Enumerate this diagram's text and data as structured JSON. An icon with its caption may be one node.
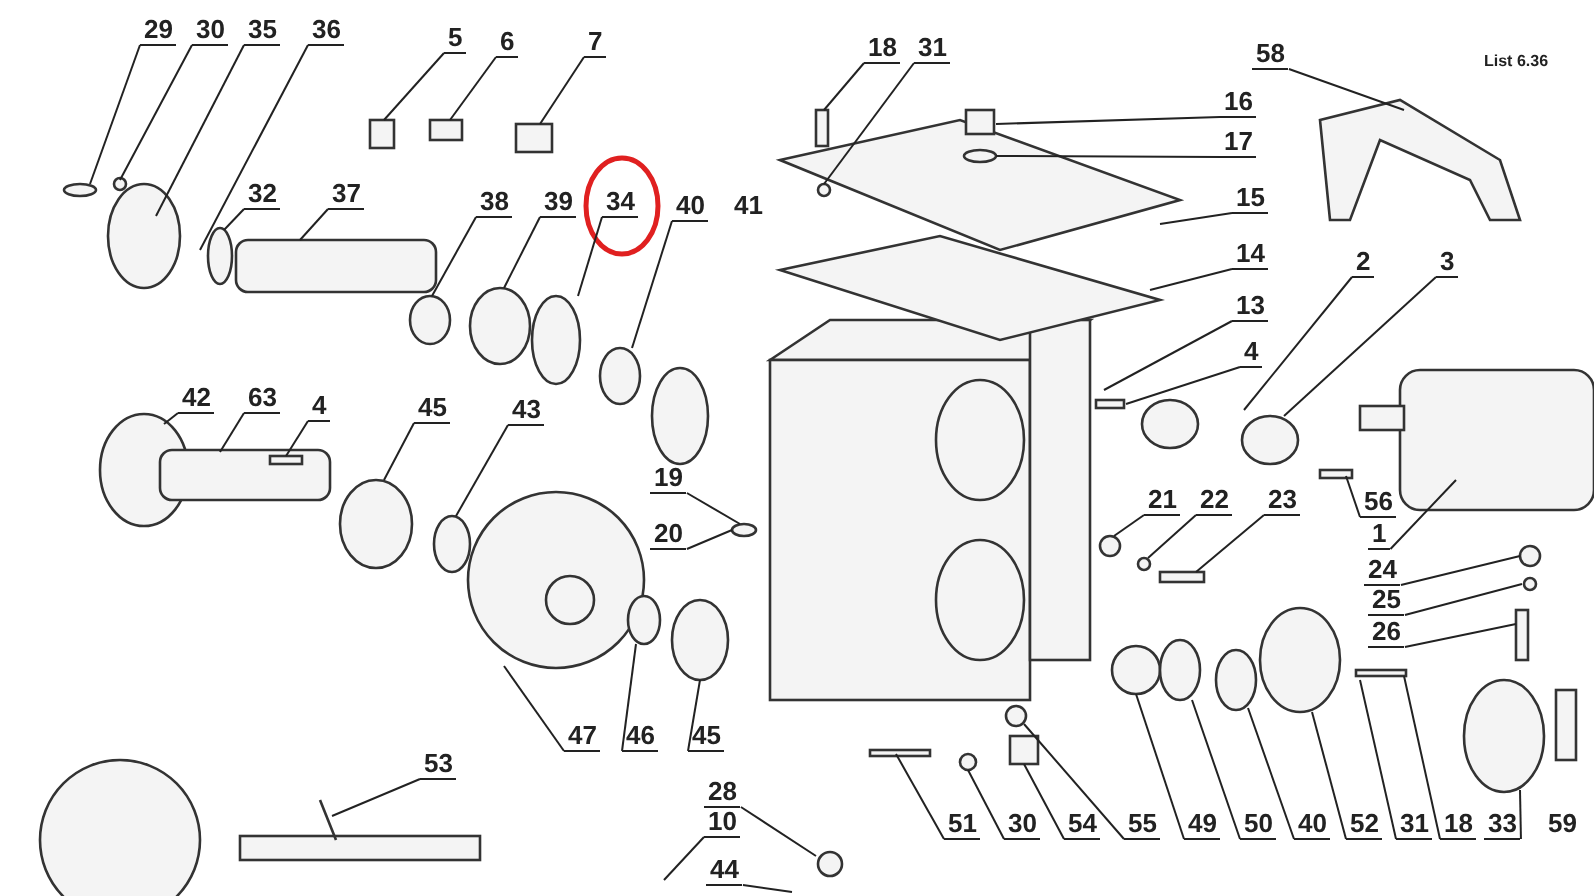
{
  "diagram": {
    "nodes": [
      {
        "text": [
          "29"
        ]
      },
      {
        "text": [
          "30"
        ]
      },
      {
        "text": [
          "35"
        ]
      },
      {
        "text": [
          "36"
        ]
      },
      {
        "text": [
          "5"
        ]
      },
      {
        "text": [
          "6"
        ]
      },
      {
        "text": [
          "7"
        ]
      },
      {
        "text": [
          "18"
        ]
      },
      {
        "text": [
          "31"
        ]
      },
      {
        "text": [
          "58"
        ]
      },
      {
        "text": [
          "16"
        ]
      },
      {
        "text": [
          "17"
        ]
      },
      {
        "text": [
          "32"
        ]
      },
      {
        "text": [
          "37"
        ]
      },
      {
        "text": [
          "38"
        ]
      },
      {
        "text": [
          "39"
        ]
      },
      {
        "text": [
          "34"
        ]
      },
      {
        "text": [
          "40"
        ]
      },
      {
        "text": [
          "15"
        ]
      },
      {
        "text": [
          "14"
        ]
      },
      {
        "text": [
          "2"
        ]
      },
      {
        "text": [
          "3"
        ]
      },
      {
        "text": [
          "13"
        ]
      },
      {
        "text": [
          "4"
        ]
      },
      {
        "text": [
          "42"
        ]
      },
      {
        "text": [
          "63"
        ]
      },
      {
        "text": [
          "4"
        ]
      },
      {
        "text": [
          "45"
        ]
      },
      {
        "text": [
          "43"
        ]
      },
      {
        "text": [
          "19"
        ]
      },
      {
        "text": [
          "21"
        ]
      },
      {
        "text": [
          "22"
        ]
      },
      {
        "text": [
          "23"
        ]
      },
      {
        "text": [
          "56"
        ]
      },
      {
        "text": [
          "20"
        ]
      },
      {
        "text": [
          "1"
        ]
      },
      {
        "text": [
          "24"
        ]
      },
      {
        "text": [
          "25"
        ]
      },
      {
        "text": [
          "26"
        ]
      },
      {
        "text": [
          "47"
        ]
      },
      {
        "text": [
          "46"
        ]
      },
      {
        "text": [
          "45"
        ]
      },
      {
        "text": [
          "53"
        ]
      },
      {
        "text": [
          "28"
        ]
      },
      {
        "text": [
          "10"
        ]
      },
      {
        "text": [
          "44"
        ]
      },
      {
        "text": [
          "51"
        ]
      },
      {
        "text": [
          "30"
        ]
      },
      {
        "text": [
          "54"
        ]
      },
      {
        "text": [
          "55"
        ]
      },
      {
        "text": [
          "49"
        ]
      },
      {
        "text": [
          "50"
        ]
      },
      {
        "text": [
          "40"
        ]
      },
      {
        "text": [
          "52"
        ]
      },
      {
        "text": [
          "31"
        ]
      },
      {
        "text": [
          "18"
        ]
      },
      {
        "text": [
          "33"
        ]
      }
    ],
    "edges": [
      {
        "from": 0,
        "to": null,
        "arrow": "none"
      },
      {
        "from": 1,
        "to": null,
        "arrow": "none"
      },
      {
        "from": 2,
        "to": null,
        "arrow": "none"
      },
      {
        "from": 3,
        "to": null,
        "arrow": "none"
      },
      {
        "from": 4,
        "to": null,
        "arrow": "none"
      },
      {
        "from": 5,
        "to": null,
        "arrow": "none"
      },
      {
        "from": 6,
        "to": null,
        "arrow": "none"
      },
      {
        "from": 7,
        "to": null,
        "arrow": "none"
      },
      {
        "from": 8,
        "to": null,
        "arrow": "none"
      },
      {
        "from": 9,
        "to": null,
        "arrow": "none"
      },
      {
        "from": 10,
        "to": null,
        "arrow": "none"
      },
      {
        "from": 11,
        "to": null,
        "arrow": "none"
      },
      {
        "from": 12,
        "to": null,
        "arrow": "none"
      },
      {
        "from": 13,
        "to": null,
        "arrow": "none"
      },
      {
        "from": 14,
        "to": null,
        "arrow": "none"
      },
      {
        "from": 15,
        "to": null,
        "arrow": "none"
      },
      {
        "from": 16,
        "to": null,
        "arrow": "none"
      },
      {
        "from": 17,
        "to": null,
        "arrow": "none"
      },
      {
        "from": 18,
        "to": null,
        "arrow": "none"
      },
      {
        "from": 19,
        "to": null,
        "arrow": "none"
      },
      {
        "from": 20,
        "to": null,
        "arrow": "none"
      },
      {
        "from": 21,
        "to": null,
        "arrow": "none"
      },
      {
        "from": 22,
        "to": null,
        "arrow": "none"
      },
      {
        "from": 23,
        "to": null,
        "arrow": "none"
      },
      {
        "from": 24,
        "to": null,
        "arrow": "none"
      },
      {
        "from": 25,
        "to": null,
        "arrow": "none"
      },
      {
        "from": 26,
        "to": null,
        "arrow": "none"
      },
      {
        "from": 27,
        "to": null,
        "arrow": "none"
      },
      {
        "from": 28,
        "to": null,
        "arrow": "none"
      },
      {
        "from": 29,
        "to": null,
        "arrow": "none"
      },
      {
        "from": 30,
        "to": null,
        "arrow": "none"
      },
      {
        "from": 31,
        "to": null,
        "arrow": "none"
      },
      {
        "from": 32,
        "to": null,
        "arrow": "none"
      },
      {
        "from": 33,
        "to": null,
        "arrow": "none"
      },
      {
        "from": 34,
        "to": null,
        "arrow": "none"
      },
      {
        "from": 35,
        "to": null,
        "arrow": "none"
      },
      {
        "from": 36,
        "to": null,
        "arrow": "none"
      },
      {
        "from": 37,
        "to": null,
        "arrow": "none"
      },
      {
        "from": 38,
        "to": null,
        "arrow": "none"
      },
      {
        "from": 39,
        "to": null,
        "arrow": "none"
      },
      {
        "from": 40,
        "to": null,
        "arrow": "none"
      },
      {
        "from": 41,
        "to": null,
        "arrow": "none"
      },
      {
        "from": 42,
        "to": null,
        "arrow": "none"
      },
      {
        "from": 43,
        "to": null,
        "arrow": "none"
      },
      {
        "from": 44,
        "to": null,
        "arrow": "none"
      },
      {
        "from": 45,
        "to": null,
        "arrow": "none"
      },
      {
        "from": 46,
        "to": null,
        "arrow": "none"
      },
      {
        "from": 47,
        "to": null,
        "arrow": "none"
      },
      {
        "from": 48,
        "to": null,
        "arrow": "none"
      },
      {
        "from": 49,
        "to": null,
        "arrow": "none"
      },
      {
        "from": 50,
        "to": null,
        "arrow": "none"
      },
      {
        "from": 51,
        "to": null,
        "arrow": "none"
      },
      {
        "from": 52,
        "to": null,
        "arrow": "none"
      },
      {
        "from": 53,
        "to": null,
        "arrow": "none"
      },
      {
        "from": 54,
        "to": null,
        "arrow": "none"
      },
      {
        "from": 55,
        "to": null,
        "arrow": "none"
      },
      {
        "from": 56,
        "to": null,
        "arrow": "none"
      }
    ],
    "labels": [
      "List 6.36",
      "41",
      "59"
    ]
  }
}
